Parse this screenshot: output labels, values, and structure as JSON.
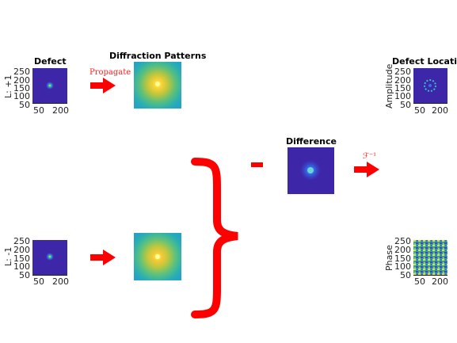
{
  "titles": {
    "defect": "Defect",
    "diffraction": "Diffraction Patterns",
    "difference": "Difference",
    "defect_location": "Defect Locati"
  },
  "ylabels": {
    "top_left": "L: +1",
    "bottom_left": "L: -1",
    "top_right": "Amplitude",
    "bottom_right": "Phase"
  },
  "yticks": [
    "250",
    "200",
    "150",
    "100",
    "50"
  ],
  "xticks": [
    "50",
    "200"
  ],
  "arrows": {
    "propagate": "Propagate",
    "inverse_fourier": "ℱ⁻¹"
  },
  "operators": {
    "minus": "-",
    "brace": "}"
  },
  "colors": {
    "parula_dark": "#3e26a8",
    "parula_teal": "#1fb4a8",
    "parula_yellow": "#f9fb0e",
    "arrow_red": "#ff0000"
  }
}
